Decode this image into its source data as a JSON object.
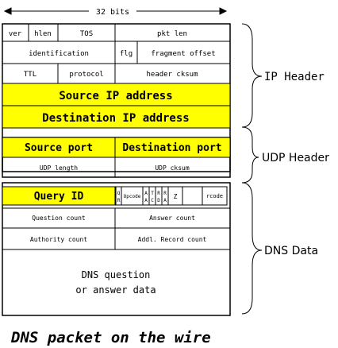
{
  "width_label": "32 bits",
  "ip": {
    "row1": {
      "ver": "ver",
      "hlen": "hlen",
      "tos": "TOS",
      "pkt_len": "pkt len"
    },
    "row2": {
      "identification": "identification",
      "flg": "flg",
      "fragment_offset": "fragment offset"
    },
    "row3": {
      "ttl": "TTL",
      "protocol": "protocol",
      "header_cksum": "header cksum"
    },
    "source_ip": "Source IP address",
    "dest_ip": "Destination IP address",
    "bracket_label": "IP Header"
  },
  "udp": {
    "source_port": "Source port",
    "destination_port": "Destination port",
    "udp_length": "UDP length",
    "udp_cksum": "UDP cksum",
    "bracket_label": "UDP Header"
  },
  "dns": {
    "query_id": "Query ID",
    "qr": [
      "Q",
      "R"
    ],
    "opcode": "Opcode",
    "aa": [
      "A",
      "A"
    ],
    "tc": [
      "T",
      "C"
    ],
    "rd": [
      "R",
      "D"
    ],
    "ra": [
      "R",
      "A"
    ],
    "z": "Z",
    "rcode": "rcode",
    "question_count": "Question count",
    "answer_count": "Answer count",
    "authority_count": "Authority count",
    "addl_record_count": "Addl. Record count",
    "question_line1": "DNS question",
    "question_line2": "or answer data",
    "bracket_label": "DNS Data"
  },
  "caption": "DNS packet on the wire",
  "colors": {
    "highlight": "#ffff00",
    "line": "#000000",
    "background": "#ffffff"
  }
}
